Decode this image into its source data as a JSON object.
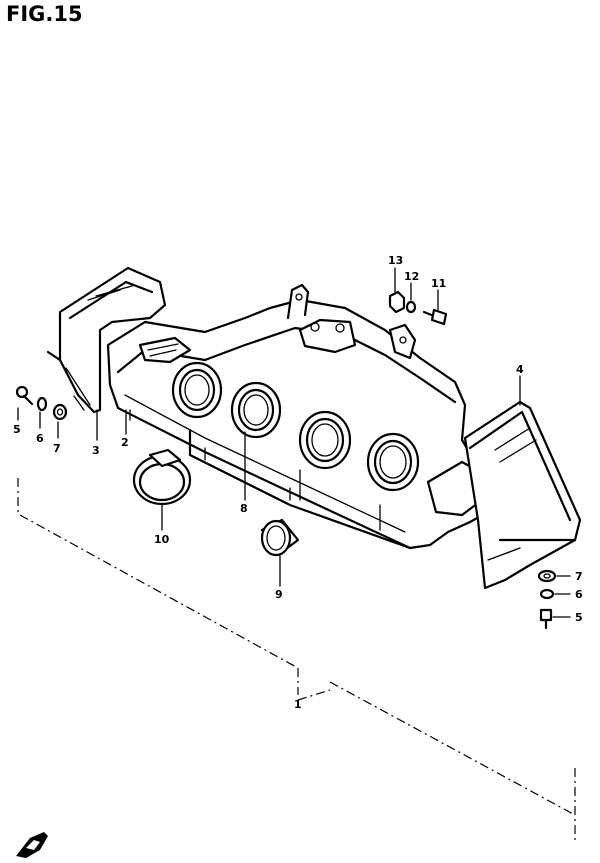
{
  "figure": {
    "title": "FIG.15"
  },
  "callouts": {
    "c1": "1",
    "c2": "2",
    "c3": "3",
    "c4": "4",
    "c5_left": "5",
    "c6_left": "6",
    "c7_left": "7",
    "c5_right": "5",
    "c6_right": "6",
    "c7_right": "7",
    "c8": "8",
    "c9": "9",
    "c10": "10",
    "c11": "11",
    "c12": "12",
    "c13": "13"
  },
  "icons": {
    "front_arrow": "front-direction-arrow-icon"
  }
}
